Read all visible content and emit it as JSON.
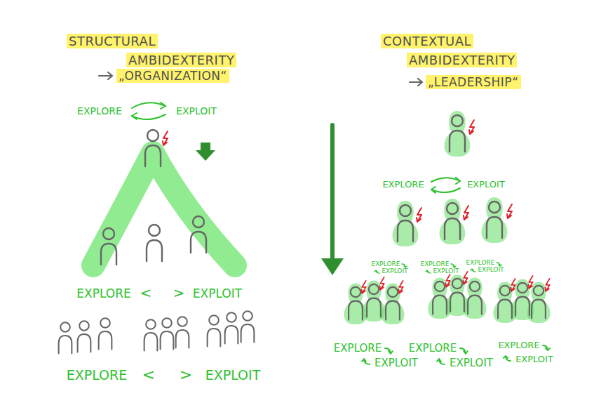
{
  "diagram": {
    "labels": [
      "STRUCTURAL AMBIDEXTERITY",
      "„ORGANIZATION“",
      "CONTEXTUAL AMBIDEXTERITY",
      "„LEADERSHIP“",
      "EXPLORE",
      "EXPLOIT",
      "EXPLORE",
      "<",
      ">",
      "EXPLOIT",
      "EXPLORE",
      "<",
      ">",
      "EXPLOIT",
      "EXPLORE",
      "EXPLOIT",
      "EXPLORE",
      "EXPLOIT",
      "EXPLORE",
      "EXPLOIT",
      "EXPLORE",
      "EXPLOIT",
      "EXPLORE",
      "EXPLOIT",
      "EXPLORE",
      "EXPLOIT",
      "EXPLORE",
      "EXPLOIT"
    ]
  }
}
